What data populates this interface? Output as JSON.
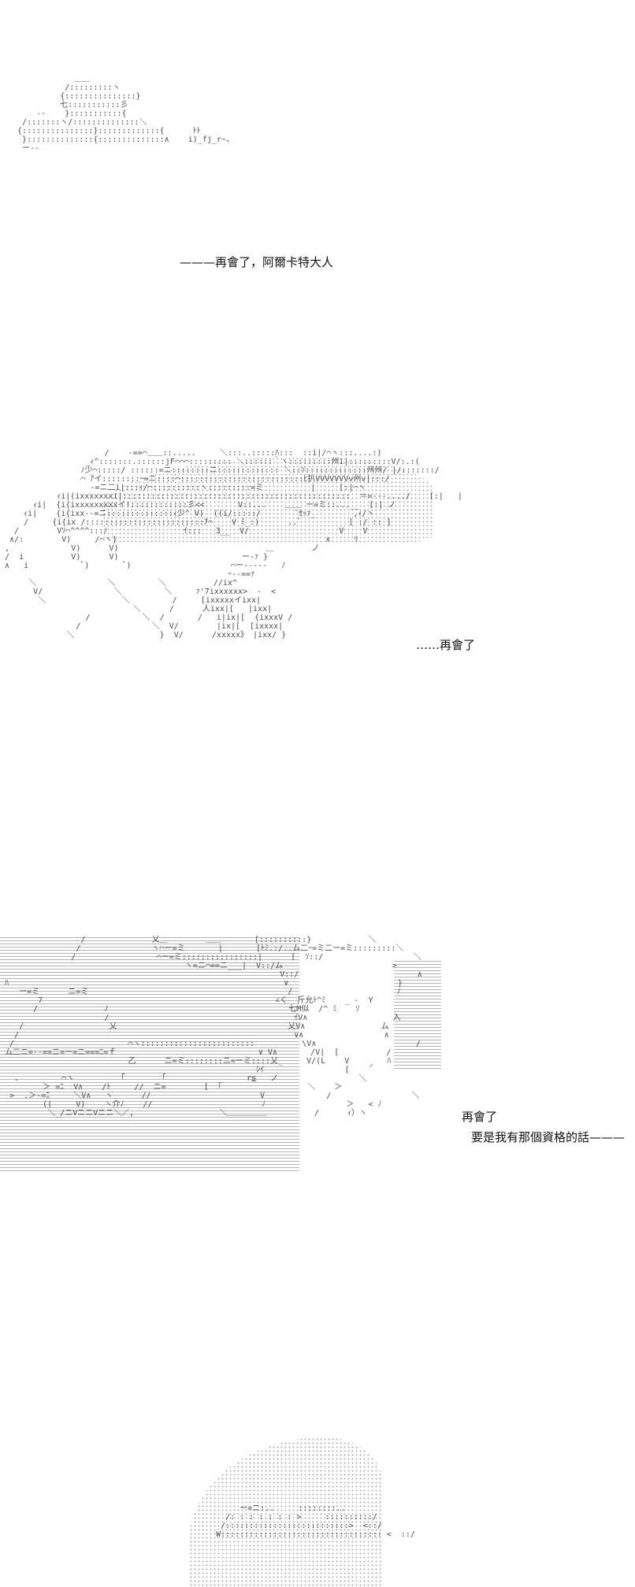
{
  "panels": [
    {
      "id": "panel-1",
      "dialog": [
        "———再會了，阿爾卡特大人"
      ]
    },
    {
      "id": "panel-2",
      "dialog": [
        "……再會了"
      ]
    },
    {
      "id": "panel-3",
      "dialog": [
        "再會了",
        "要是我有那個資格的話———"
      ]
    },
    {
      "id": "panel-4",
      "dialog": []
    }
  ]
}
